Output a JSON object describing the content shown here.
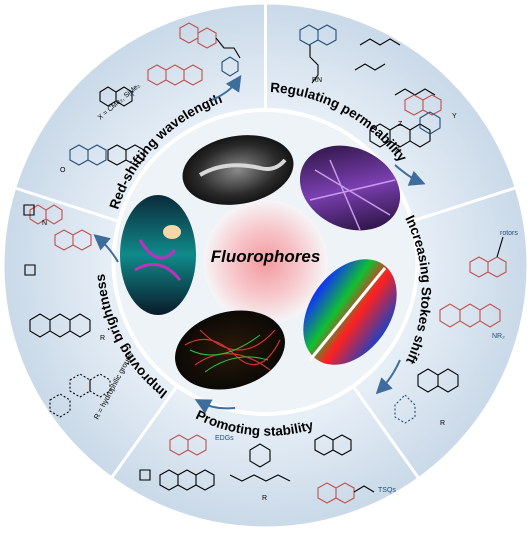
{
  "center": {
    "title": "Fluorophores"
  },
  "sectors": [
    {
      "id": "red-shift",
      "label": "Red-shifting wavelength"
    },
    {
      "id": "permeability",
      "label": "Regulating permeability"
    },
    {
      "id": "stokes",
      "label": "Increasing Stokes shift"
    },
    {
      "id": "stability",
      "label": "Promoting stability"
    },
    {
      "id": "brightness",
      "label": "Improving brightness"
    }
  ],
  "chem_labels": {
    "x_substituents": "X = CMe₂, SiMe₂",
    "x": "X",
    "o": "O",
    "n": "N",
    "rn": "RN",
    "nr2": "NR₂",
    "rotors": "rotors",
    "edgs": "EDGs",
    "tsqs": "TSQs",
    "hydrophilic": "R = hydrophilic groups",
    "r": "R",
    "z": "Z",
    "y": "Y"
  },
  "colors": {
    "outer_ring": "#d6e4f0",
    "divider": "#ffffff",
    "inner_circle": "#f4f7fa",
    "center_glow": "#f5a0a4",
    "arrow": "#3e6d9c",
    "text": "#000000",
    "chem_accent": "#c0504d",
    "chem_blue": "#1f4e79"
  }
}
